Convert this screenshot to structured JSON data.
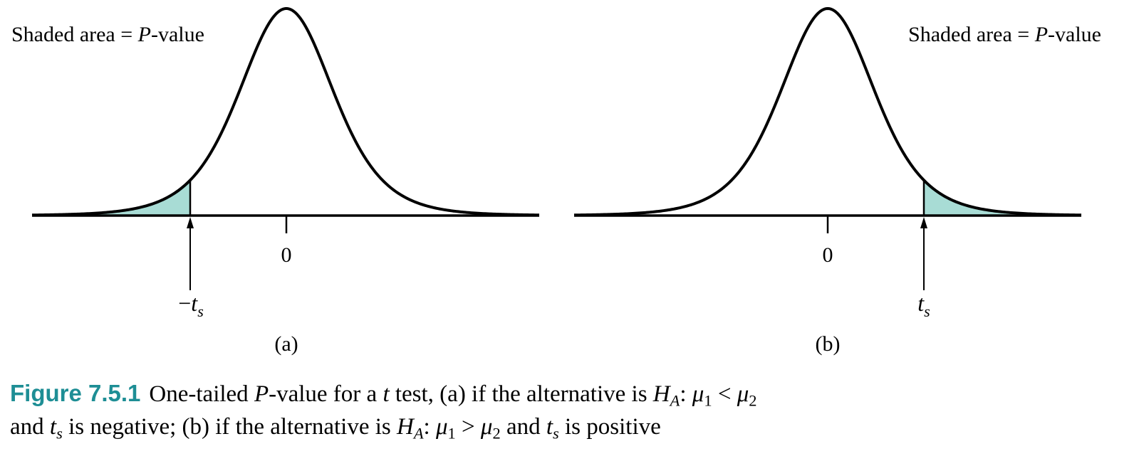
{
  "panels": [
    {
      "id": "a",
      "shaded_label_prefix": "Shaded area = ",
      "shaded_label_italic": "P",
      "shaded_label_suffix": "-value",
      "zero_label": "0",
      "stat_sign": "−",
      "stat_main": "t",
      "stat_sub": "s",
      "panel_label": "(a)",
      "tail": "left"
    },
    {
      "id": "b",
      "shaded_label_prefix": "Shaded area = ",
      "shaded_label_italic": "P",
      "shaded_label_suffix": "-value",
      "zero_label": "0",
      "stat_sign": "",
      "stat_main": "t",
      "stat_sub": "s",
      "panel_label": "(b)",
      "tail": "right"
    }
  ],
  "caption": {
    "label": "Figure 7.5.1",
    "l1_a": "One-tailed ",
    "l1_P": "P",
    "l1_b": "-value for a ",
    "l1_t": "t",
    "l1_c": " test, (a) if the alternative is ",
    "l1_H": "H",
    "l1_Hsub": "A",
    "l1_colon": ": ",
    "l1_mu1": "μ",
    "l1_mu1sub": "1",
    "l1_op": " < ",
    "l1_mu2": "μ",
    "l1_mu2sub": "2",
    "l2_a": "and ",
    "l2_t": "t",
    "l2_tsub": "s",
    "l2_b": " is negative; (b) if the alternative is ",
    "l2_H": "H",
    "l2_Hsub": "A",
    "l2_colon": ": ",
    "l2_mu1": "μ",
    "l2_mu1sub": "1",
    "l2_op": " > ",
    "l2_mu2": "μ",
    "l2_mu2sub": "2",
    "l2_c": " and ",
    "l2_t2": "t",
    "l2_t2sub": "s",
    "l2_d": " is positive"
  },
  "colors": {
    "shade": "#a8dcd5",
    "caption_label": "#1e8e95"
  }
}
